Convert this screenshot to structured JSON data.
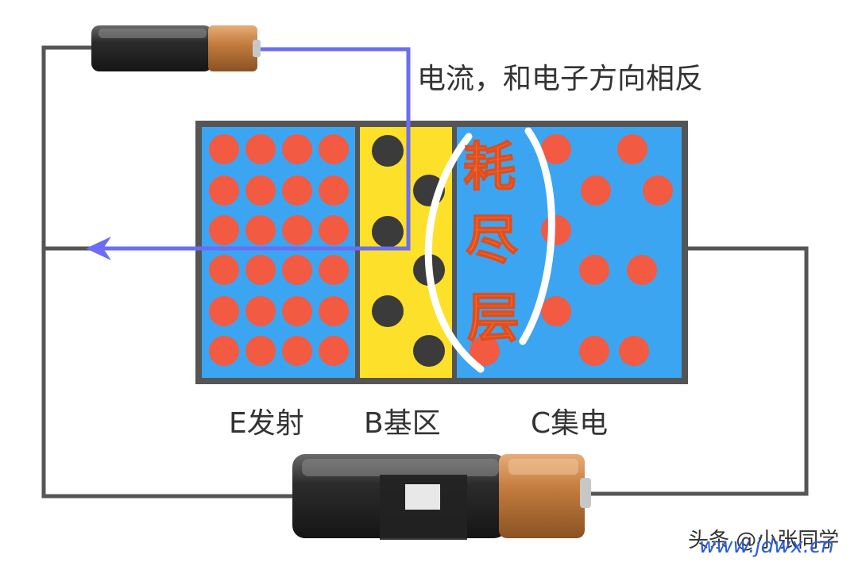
{
  "labels": {
    "current_note": "电流，和电子方向相反",
    "emitter": "E发射",
    "base": "B基区",
    "collector": "C集电",
    "depletion_chars": [
      "耗",
      "尽",
      "层"
    ]
  },
  "watermark": {
    "line1": "头条 @小张同学",
    "line2": "www.jdwx.cn"
  },
  "colors": {
    "n_region": "#3ba5f2",
    "p_region": "#fde02a",
    "electron": "#f25a42",
    "hole": "#3b3b3b",
    "current_arrow": "#6b6ef2",
    "wire": "#555555",
    "depletion_text": "#f06a35"
  }
}
